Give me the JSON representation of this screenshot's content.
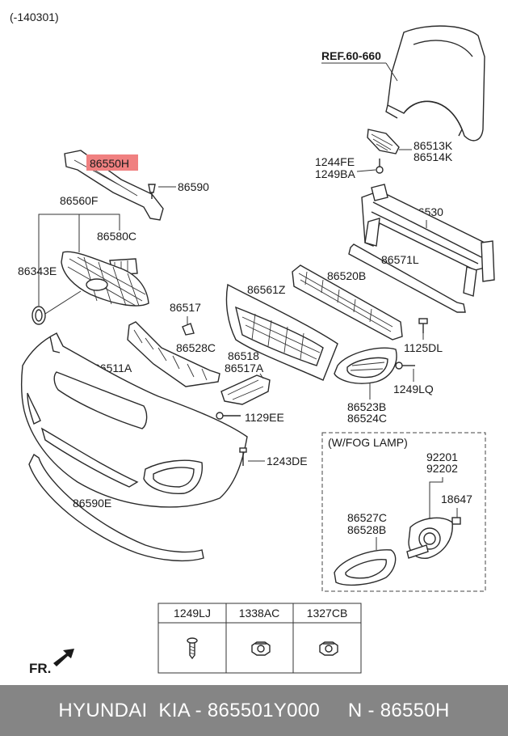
{
  "header": {
    "date_code": "(-140301)"
  },
  "reference": {
    "label": "REF.60-660"
  },
  "parts": {
    "p86550H": "86550H",
    "p86590": "86590",
    "p86560F": "86560F",
    "p86580C": "86580C",
    "p86343E": "86343E",
    "p86517": "86517",
    "p86561Z": "86561Z",
    "p86528C": "86528C",
    "p86518": "86518",
    "p86517A": "86517A",
    "p86511A": "86511A",
    "p1129EE": "1129EE",
    "p1243DE": "1243DE",
    "p86590E": "86590E",
    "p86513K": "86513K",
    "p86514K": "86514K",
    "p1244FE": "1244FE",
    "p1249BA": "1249BA",
    "p86530": "86530",
    "p86571L": "86571L",
    "p86520B": "86520B",
    "p1125DL": "1125DL",
    "p1249LQ": "1249LQ",
    "p86523B": "86523B",
    "p86524C": "86524C"
  },
  "fog_lamp": {
    "title": "(W/FOG LAMP)",
    "p92201": "92201",
    "p92202": "92202",
    "p18647": "18647",
    "p86527C": "86527C",
    "p86528B": "86528B"
  },
  "fasteners_table": {
    "headers": [
      "1249LJ",
      "1338AC",
      "1327CB"
    ]
  },
  "direction": {
    "label": "FR."
  },
  "highlight_color": "#f08080",
  "footer": {
    "text": "HYUNDAI  KIA - 865501Y000     N - 86550H"
  }
}
